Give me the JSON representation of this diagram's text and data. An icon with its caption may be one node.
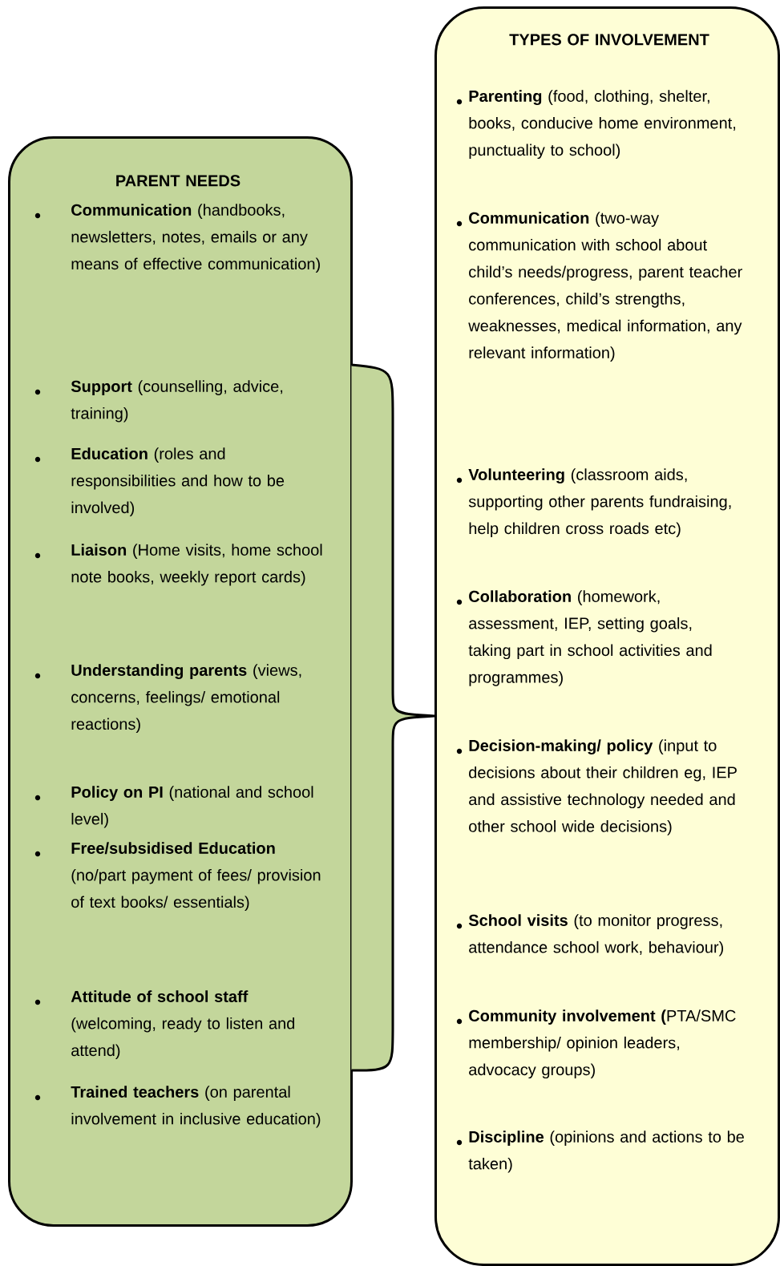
{
  "diagram": {
    "nodes": [
      {
        "text": [
          "PARENT NEEDS",
          "**Communication** (handbooks, newsletters, notes, emails or any means of effective communication)",
          "**Support** (counselling, advice, training)",
          "**Education** (roles and responsibilities and how to be involved)",
          "**Liaison** (Home visits, home school note books, weekly report cards)",
          "**Understanding parents** (views, concerns, feelings/ emotional reactions)",
          "**Policy on PI** (national and school level)",
          "**Free/subsidised Education** (no/part payment of fees/ provision of text books/ essentials)",
          "**Attitude of school staff** (welcoming, ready to listen and attend)",
          "**Trained teachers** (on parental involvement in inclusive education)"
        ]
      },
      {
        "text": [
          "TYPES OF INVOLVEMENT",
          "**Parenting** (food, clothing, shelter, books, conducive home environment, punctuality to school)",
          "**Communication** (two-way communication with school about child’s needs/progress, parent teacher conferences, child’s strengths, weaknesses, medical information, any relevant information)",
          "**Volunteering** (classroom aids, supporting other parents fundraising, help children cross roads etc)",
          "**Collaboration** (homework, assessment, IEP, setting goals, taking part in school activities and programmes)",
          "**Decision-making/ policy** (input to decisions about their children eg, IEP and assistive technology needed  and other school wide decisions)",
          "**School visits** (to monitor progress, attendance school work, behaviour)",
          "**Community involvement (**PTA/SMC membership/ opinion leaders, advocacy groups)",
          "**Discipline** (opinions and actions to be taken)"
        ]
      }
    ],
    "edges": [
      {
        "from": 0,
        "to": 1,
        "arrow": "none"
      }
    ]
  }
}
